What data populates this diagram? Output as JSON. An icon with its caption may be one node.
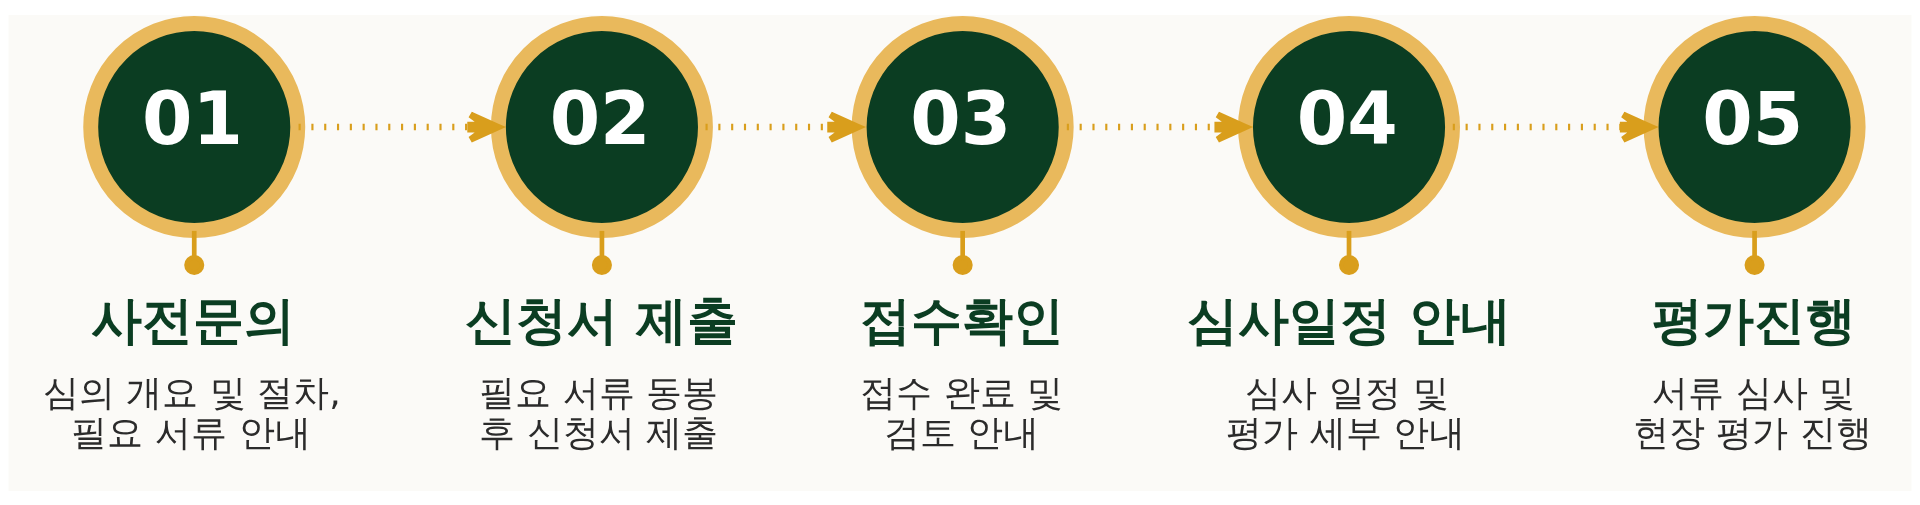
{
  "diagram": {
    "nodes": [
      {
        "text": [
          "01"
        ]
      },
      {
        "text": [
          "사전문의",
          "심의 개요 및 절차, 필요 서류 안내"
        ]
      },
      {
        "text": [
          "02"
        ]
      },
      {
        "text": [
          "신청서 제출",
          "필요 서류 동봉 후 신청서 제출"
        ]
      },
      {
        "text": [
          "03"
        ]
      },
      {
        "text": [
          "접수확인",
          "접수 완료 및 검토 안내"
        ]
      },
      {
        "text": [
          "04"
        ]
      },
      {
        "text": [
          "심사일정 안내",
          "심사 일정 및 평가 세부 안내"
        ]
      },
      {
        "text": [
          "05"
        ]
      },
      {
        "text": [
          "평가진행",
          "서류 심사 및 현장 평가 진행"
        ]
      }
    ],
    "edges": [
      {
        "from": 0,
        "to": 2,
        "arrow": "to",
        "style": "dashed"
      },
      {
        "from": 2,
        "to": 4,
        "arrow": "to",
        "style": "dashed"
      },
      {
        "from": 4,
        "to": 6,
        "arrow": "to",
        "style": "dashed"
      },
      {
        "from": 6,
        "to": 8,
        "arrow": "to",
        "style": "dashed"
      },
      {
        "from": 0,
        "to": 1,
        "arrow": "other"
      },
      {
        "from": 2,
        "to": 3,
        "arrow": "other"
      },
      {
        "from": 4,
        "to": 5,
        "arrow": "other"
      },
      {
        "from": 6,
        "to": 7,
        "arrow": "other"
      },
      {
        "from": 8,
        "to": 9,
        "arrow": "other"
      }
    ]
  }
}
